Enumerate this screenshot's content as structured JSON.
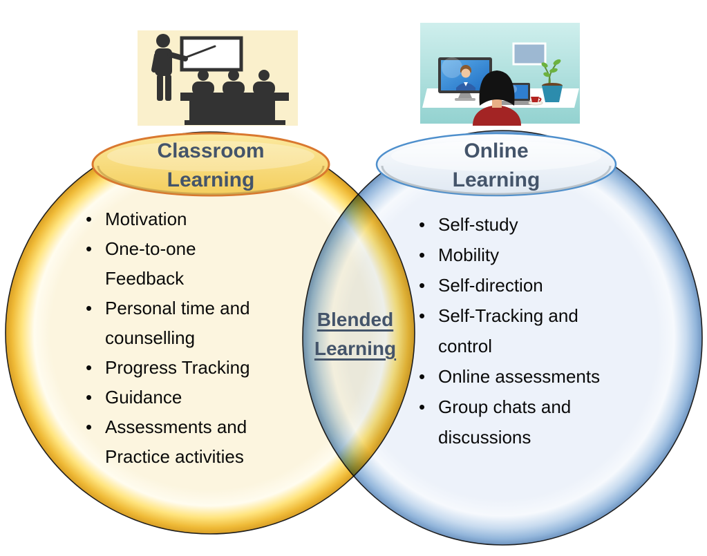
{
  "venn": {
    "heading_color": "#44546A",
    "item_color": "#0a0a0a",
    "left_circle": {
      "title_line1": "Classroom",
      "title_line2": "Learning",
      "items": [
        "Motivation",
        "One-to-one\nFeedback",
        "Personal time and\ncounselling",
        "Progress Tracking",
        "Guidance",
        "Assessments and\nPractice activities"
      ],
      "fill": "#FCF5DF",
      "edge": "#EFBA37",
      "cap_fill": "#F4CE5D",
      "cap_border": "#D9782F"
    },
    "right_circle": {
      "title_line1": "Online",
      "title_line2": "Learning",
      "items": [
        "Self-study",
        "Mobility",
        "Self-direction",
        "Self-Tracking and\ncontrol",
        "Online assessments",
        "Group chats and\ndiscussions"
      ],
      "fill": "#EDF2FA",
      "edge": "#93B6DB",
      "cap_fill": "#DFE8F2",
      "cap_border": "#4E8FCC"
    },
    "overlap": {
      "title_line1": "Blended",
      "title_line2": "Learning",
      "fill": "#E6E4D4"
    }
  },
  "illustrations": {
    "classroom": {
      "description": "Teacher pointing at a whiteboard with three students seated at a desk",
      "background": "#FAF0CC",
      "silhouette": "#333333"
    },
    "online": {
      "description": "Woman at a desk on a video call: monitor with a man on screen, laptop, wall picture, potted plant and coffee cup",
      "background": "#A9DEDC",
      "screen_blue": "#2F7FD0",
      "shirt_red": "#A32424"
    }
  }
}
